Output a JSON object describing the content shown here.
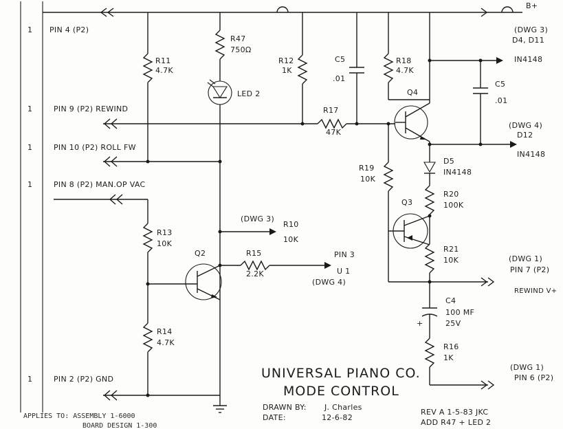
{
  "title_block": {
    "company": "UNIVERSAL PIANO CO.",
    "drawing_name": "MODE CONTROL",
    "drawn_by_label": "DRAWN BY:",
    "drawn_by": "J. Charles",
    "date_label": "DATE:",
    "date": "12-6-82",
    "revision": "REV A  1-5-83 JKC",
    "revision_note": "ADD R47 + LED 2",
    "applies_to": "APPLIES TO: ASSEMBLY 1-6000",
    "board_design": "BOARD DESIGN 1-300"
  },
  "rails": {
    "top_right": "B+"
  },
  "pins": [
    {
      "num": "1",
      "label": "PIN 4 (P2)"
    },
    {
      "num": "1",
      "label": "PIN 9 (P2) REWIND"
    },
    {
      "num": "1",
      "label": "PIN 10 (P2) ROLL FW"
    },
    {
      "num": "1",
      "label": "PIN 8 (P2) MAN.OP VAC"
    },
    {
      "num": "1",
      "label": "PIN 2 (P2) GND"
    }
  ],
  "components": {
    "r47": {
      "ref": "R47",
      "value": "750Ω"
    },
    "led2": {
      "ref": "LED 2"
    },
    "r11": {
      "ref": "R11",
      "value": "4.7K"
    },
    "r12": {
      "ref": "R12",
      "value": "1K"
    },
    "c5a": {
      "ref": "C5",
      "value": ".01"
    },
    "r18": {
      "ref": "R18",
      "value": "4.7K"
    },
    "c5b": {
      "ref": "C5",
      "value": ".01"
    },
    "q4": {
      "ref": "Q4"
    },
    "r17": {
      "ref": "R17",
      "value": "47K"
    },
    "d5": {
      "ref": "D5",
      "value": "IN4148"
    },
    "r19": {
      "ref": "R19",
      "value": "10K"
    },
    "r20": {
      "ref": "R20",
      "value": "100K"
    },
    "q3": {
      "ref": "Q3"
    },
    "r10": {
      "ref": "R10",
      "value": "10K"
    },
    "r13": {
      "ref": "R13",
      "value": "10K"
    },
    "q2": {
      "ref": "Q2"
    },
    "r15": {
      "ref": "R15",
      "value": "2.2K"
    },
    "r21": {
      "ref": "R21",
      "value": "10K"
    },
    "r14": {
      "ref": "R14",
      "value": "4.7K"
    },
    "c4": {
      "ref": "C4",
      "value": "100 MF",
      "voltage": "25V"
    },
    "r16": {
      "ref": "R16",
      "value": "1K"
    }
  },
  "offsheet": {
    "dwg3_top": {
      "dwg": "(DWG 3)",
      "ref": "D4, D11",
      "part": "IN4148"
    },
    "dwg4_mid": {
      "dwg": "(DWG 4)",
      "ref": "D12",
      "part": "IN4148"
    },
    "dwg3_r10": {
      "dwg": "(DWG 3)"
    },
    "pin3": {
      "label": "PIN 3",
      "ref": "U 1",
      "dwg": "(DWG 4)"
    },
    "dwg1_pin7": {
      "dwg": "(DWG 1)",
      "label": "PIN 7 (P2)",
      "signal": "REWIND V+"
    },
    "dwg1_pin6": {
      "dwg": "(DWG 1)",
      "label": "PIN 6 (P2)"
    }
  },
  "symbols": {
    "plus": "+"
  }
}
